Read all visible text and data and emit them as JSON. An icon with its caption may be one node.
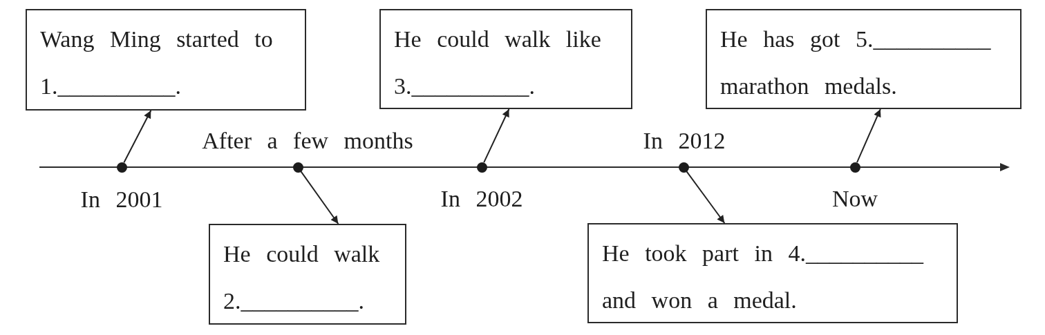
{
  "diagram": {
    "nodes": [
      {
        "text": [
          "Wang Ming started to 1.__________."
        ]
      },
      {
        "text": [
          "He could walk like 3.__________."
        ]
      },
      {
        "text": [
          "He has got 5.__________ marathon medals."
        ]
      },
      {
        "text": [],
        "shape": "circle",
        "beside": [
          "In 2001"
        ]
      },
      {
        "text": [],
        "shape": "circle",
        "beside": [
          "After a few months"
        ]
      },
      {
        "text": [],
        "shape": "circle",
        "beside": [
          "In 2002"
        ]
      },
      {
        "text": [],
        "shape": "circle",
        "beside": [
          "In 2012"
        ]
      },
      {
        "text": [],
        "shape": "circle",
        "beside": [
          "Now"
        ]
      },
      {
        "text": [
          "He could walk 2.__________."
        ]
      },
      {
        "text": [
          "He took part in 4.__________ and won a medal."
        ]
      }
    ],
    "edges": [
      {
        "from": 3,
        "to": 0,
        "arrow": "to"
      },
      {
        "from": 4,
        "to": 8,
        "arrow": "to"
      },
      {
        "from": 5,
        "to": 1,
        "arrow": "to"
      },
      {
        "from": 6,
        "to": 9,
        "arrow": "to"
      },
      {
        "from": 7,
        "to": 2,
        "arrow": "to"
      }
    ]
  }
}
